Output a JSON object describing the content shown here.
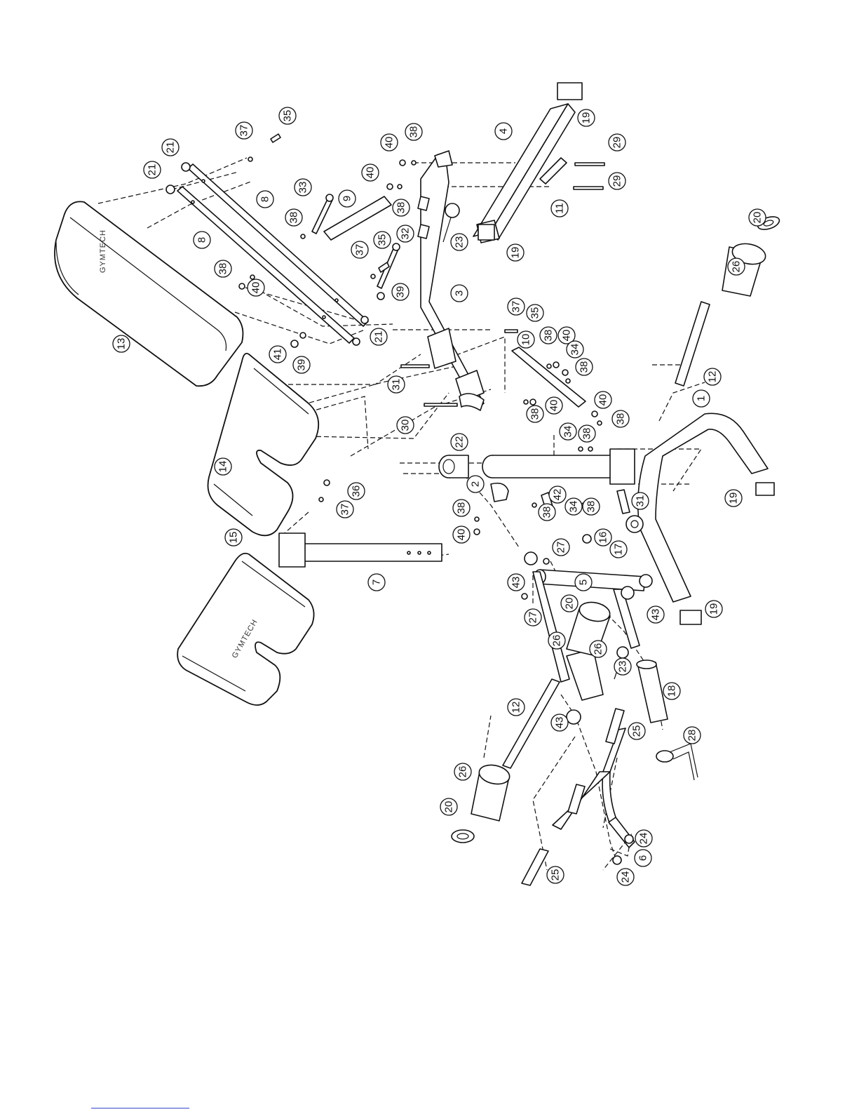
{
  "brand": "GYMTECH",
  "callouts": [
    {
      "id": "c35a",
      "label": "35"
    },
    {
      "id": "c37a",
      "label": "37"
    },
    {
      "id": "c21a",
      "label": "21"
    },
    {
      "id": "c21b",
      "label": "21"
    },
    {
      "id": "c33",
      "label": "33"
    },
    {
      "id": "c9",
      "label": "9"
    },
    {
      "id": "c8a",
      "label": "8"
    },
    {
      "id": "c8b",
      "label": "8"
    },
    {
      "id": "c38a",
      "label": "38"
    },
    {
      "id": "c32",
      "label": "32"
    },
    {
      "id": "c35b",
      "label": "35"
    },
    {
      "id": "c37b",
      "label": "37"
    },
    {
      "id": "c38b",
      "label": "38"
    },
    {
      "id": "c40a",
      "label": "40"
    },
    {
      "id": "c39a",
      "label": "39"
    },
    {
      "id": "c13",
      "label": "13"
    },
    {
      "id": "c21c",
      "label": "21"
    },
    {
      "id": "c41",
      "label": "41"
    },
    {
      "id": "c39b",
      "label": "39"
    },
    {
      "id": "c40b",
      "label": "40"
    },
    {
      "id": "c38c",
      "label": "38"
    },
    {
      "id": "c40c",
      "label": "40"
    },
    {
      "id": "c38d",
      "label": "38"
    },
    {
      "id": "c4",
      "label": "4"
    },
    {
      "id": "c19a",
      "label": "19"
    },
    {
      "id": "c29a",
      "label": "29"
    },
    {
      "id": "c29b",
      "label": "29"
    },
    {
      "id": "c11",
      "label": "11"
    },
    {
      "id": "c19b",
      "label": "19"
    },
    {
      "id": "c23a",
      "label": "23"
    },
    {
      "id": "c3",
      "label": "3"
    },
    {
      "id": "c20a",
      "label": "20"
    },
    {
      "id": "c26a",
      "label": "26"
    },
    {
      "id": "c12a",
      "label": "12"
    },
    {
      "id": "c37c",
      "label": "37"
    },
    {
      "id": "c35c",
      "label": "35"
    },
    {
      "id": "c10",
      "label": "10"
    },
    {
      "id": "c38e",
      "label": "38"
    },
    {
      "id": "c40d",
      "label": "40"
    },
    {
      "id": "c34a",
      "label": "34"
    },
    {
      "id": "c38f",
      "label": "38"
    },
    {
      "id": "c31a",
      "label": "31"
    },
    {
      "id": "c30",
      "label": "30"
    },
    {
      "id": "c38g",
      "label": "38"
    },
    {
      "id": "c40e",
      "label": "40"
    },
    {
      "id": "c40f",
      "label": "40"
    },
    {
      "id": "c38h",
      "label": "38"
    },
    {
      "id": "c14",
      "label": "14"
    },
    {
      "id": "c22",
      "label": "22"
    },
    {
      "id": "c34b",
      "label": "34"
    },
    {
      "id": "c38i",
      "label": "38"
    },
    {
      "id": "c1",
      "label": "1"
    },
    {
      "id": "c2",
      "label": "2"
    },
    {
      "id": "c42",
      "label": "42"
    },
    {
      "id": "c34c",
      "label": "34"
    },
    {
      "id": "c38j",
      "label": "38"
    },
    {
      "id": "c38k",
      "label": "38"
    },
    {
      "id": "c31b",
      "label": "31"
    },
    {
      "id": "c19c",
      "label": "19"
    },
    {
      "id": "c36",
      "label": "36"
    },
    {
      "id": "c37d",
      "label": "37"
    },
    {
      "id": "c15",
      "label": "15"
    },
    {
      "id": "c38l",
      "label": "38"
    },
    {
      "id": "c40g",
      "label": "40"
    },
    {
      "id": "c16",
      "label": "16"
    },
    {
      "id": "c17",
      "label": "17"
    },
    {
      "id": "c7",
      "label": "7"
    },
    {
      "id": "c27a",
      "label": "27"
    },
    {
      "id": "c43a",
      "label": "43"
    },
    {
      "id": "c5",
      "label": "5"
    },
    {
      "id": "c43b",
      "label": "43"
    },
    {
      "id": "c19d",
      "label": "19"
    },
    {
      "id": "c27b",
      "label": "27"
    },
    {
      "id": "c20b",
      "label": "20"
    },
    {
      "id": "c26b",
      "label": "26"
    },
    {
      "id": "c26c",
      "label": "26"
    },
    {
      "id": "c23b",
      "label": "23"
    },
    {
      "id": "c18",
      "label": "18"
    },
    {
      "id": "c43c",
      "label": "43"
    },
    {
      "id": "c12b",
      "label": "12"
    },
    {
      "id": "c25a",
      "label": "25"
    },
    {
      "id": "c28",
      "label": "28"
    },
    {
      "id": "c26d",
      "label": "26"
    },
    {
      "id": "c20c",
      "label": "20"
    },
    {
      "id": "c24a",
      "label": "24"
    },
    {
      "id": "c6",
      "label": "6"
    },
    {
      "id": "c24b",
      "label": "24"
    },
    {
      "id": "c25b",
      "label": "25"
    }
  ]
}
